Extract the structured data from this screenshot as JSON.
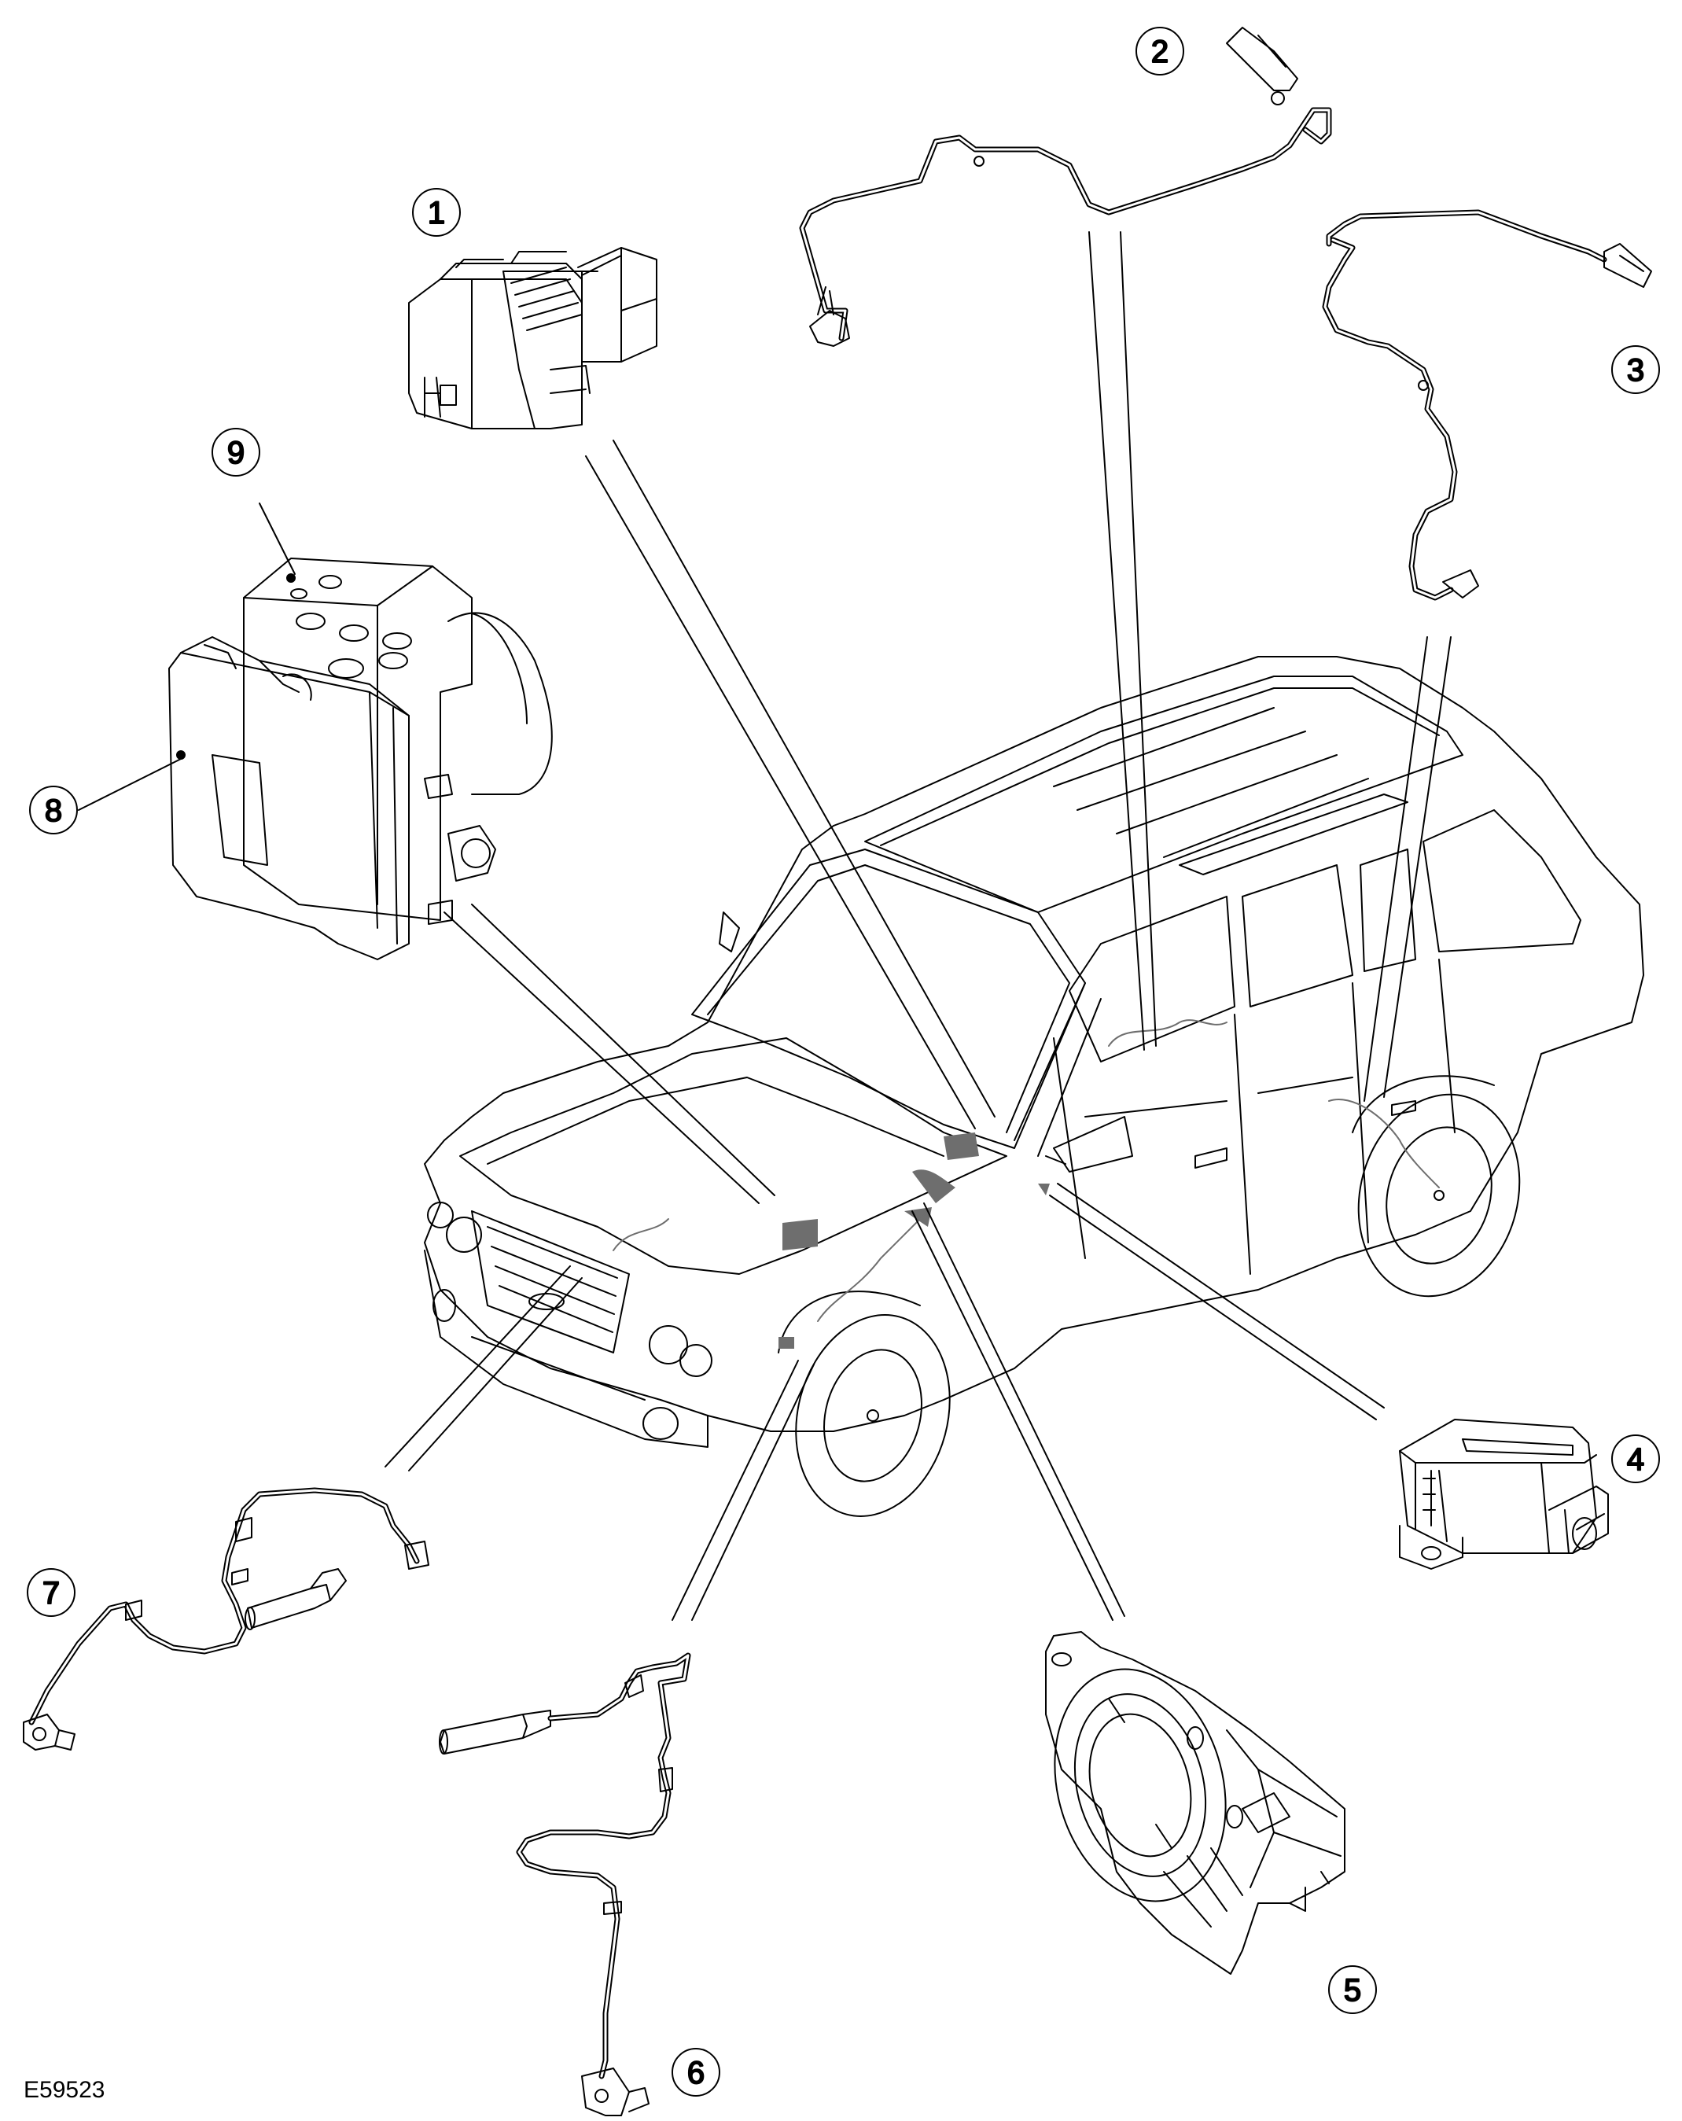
{
  "figure": {
    "id": "E59523"
  },
  "callouts": [
    {
      "label": "1",
      "part": "module-1"
    },
    {
      "label": "2",
      "part": "sensor-harness-2"
    },
    {
      "label": "3",
      "part": "sensor-harness-3"
    },
    {
      "label": "4",
      "part": "sensor-module-4"
    },
    {
      "label": "5",
      "part": "steering-sensor-5"
    },
    {
      "label": "6",
      "part": "wheel-speed-sensor-6"
    },
    {
      "label": "7",
      "part": "wheel-speed-sensor-7"
    },
    {
      "label": "8",
      "part": "control-unit-8"
    },
    {
      "label": "9",
      "part": "hydraulic-unit-9"
    }
  ],
  "colors": {
    "ink": "#000000",
    "paper": "#ffffff",
    "shade": "#6e6e6e"
  }
}
